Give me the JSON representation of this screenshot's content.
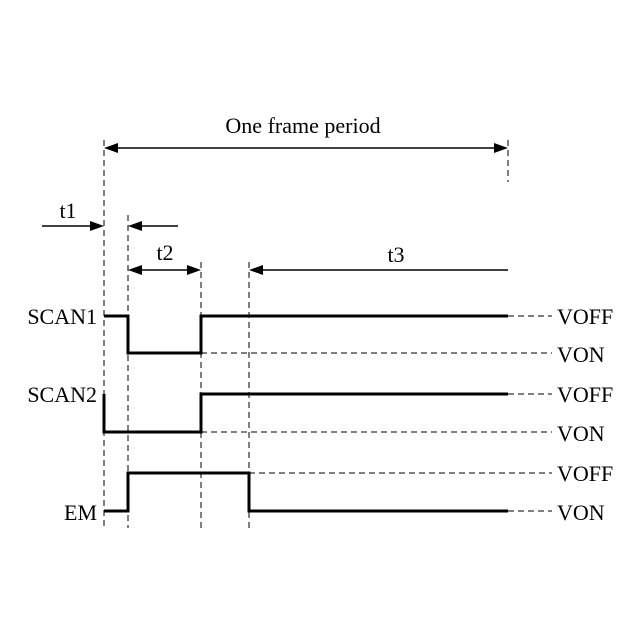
{
  "period": {
    "label": "One frame period"
  },
  "intervals": {
    "t1": "t1",
    "t2": "t2",
    "t3": "t3"
  },
  "signals": [
    {
      "name": "SCAN1",
      "off_label": "VOFF",
      "on_label": "VON"
    },
    {
      "name": "SCAN2",
      "off_label": "VOFF",
      "on_label": "VON"
    },
    {
      "name": "EM",
      "off_label": "VOFF",
      "on_label": "VON"
    }
  ]
}
